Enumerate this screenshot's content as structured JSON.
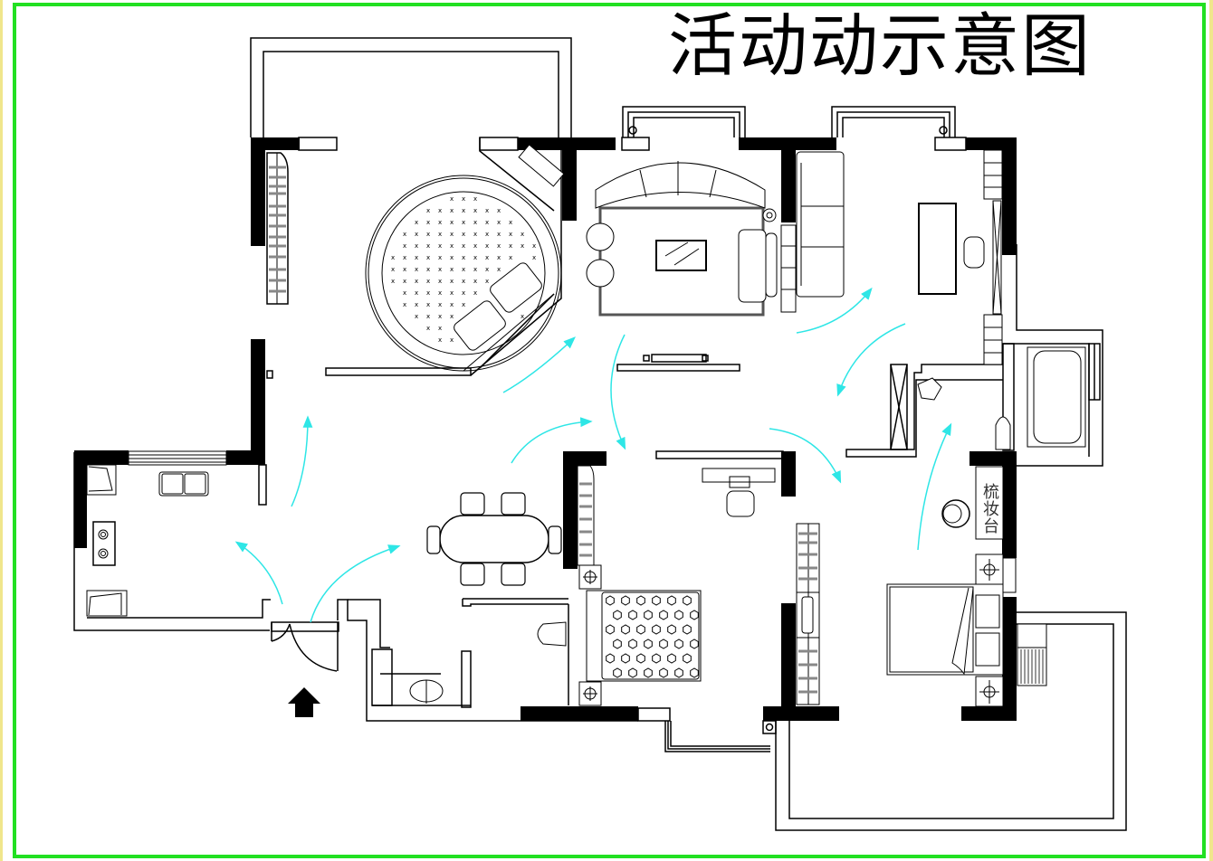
{
  "title": "活动动示意图",
  "labels": {
    "dressing_table": "梳妆台"
  },
  "colors": {
    "border": "#22e022",
    "edge": "#f0e68c",
    "wall": "#000000",
    "flow_arrow": "#2ee6e6",
    "line": "#000000",
    "hatch": "#888888"
  },
  "rooms": [
    {
      "name": "balcony-north-west"
    },
    {
      "name": "living-lounge-round-sofa"
    },
    {
      "name": "living-room"
    },
    {
      "name": "study"
    },
    {
      "name": "kitchen"
    },
    {
      "name": "dining"
    },
    {
      "name": "entrance"
    },
    {
      "name": "guest-bathroom"
    },
    {
      "name": "second-bedroom"
    },
    {
      "name": "master-bathroom"
    },
    {
      "name": "master-bedroom"
    },
    {
      "name": "balcony-south-east"
    }
  ],
  "flow_arrows": [
    {
      "from": "entrance",
      "to": "kitchen"
    },
    {
      "from": "entrance",
      "to": "dining"
    },
    {
      "from": "corridor",
      "to": "lounge-north"
    },
    {
      "from": "dining",
      "to": "corridor"
    },
    {
      "from": "corridor",
      "to": "round-lounge"
    },
    {
      "from": "living-room",
      "to": "second-bedroom"
    },
    {
      "from": "corridor",
      "to": "study"
    },
    {
      "from": "study",
      "to": "corridor"
    },
    {
      "from": "corridor",
      "to": "master-bedroom"
    },
    {
      "from": "master-bedroom",
      "to": "master-bathroom"
    }
  ],
  "entry_marker": "entrance-arrow-icon"
}
